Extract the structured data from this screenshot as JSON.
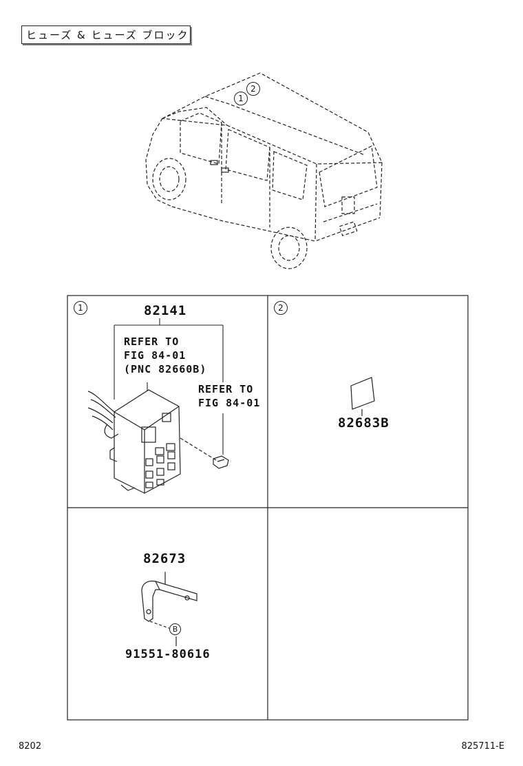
{
  "header": {
    "title": "ヒューズ & ヒューズ ブロック"
  },
  "vehicle": {
    "callout_1": "1",
    "callout_2": "2"
  },
  "cells": [
    {
      "index": "1",
      "part_number": "82141",
      "ref_a": "REFER TO\nFIG 84-01\n(PNC 82660B)",
      "ref_b": "REFER TO\nFIG 84-01"
    },
    {
      "index": "2",
      "part_number": "82683B"
    },
    {
      "part_number": "82673",
      "fastener_marker": "B",
      "fastener_number": "91551-80616"
    },
    {}
  ],
  "footer": {
    "left_code": "8202",
    "right_code": "825711-E"
  }
}
